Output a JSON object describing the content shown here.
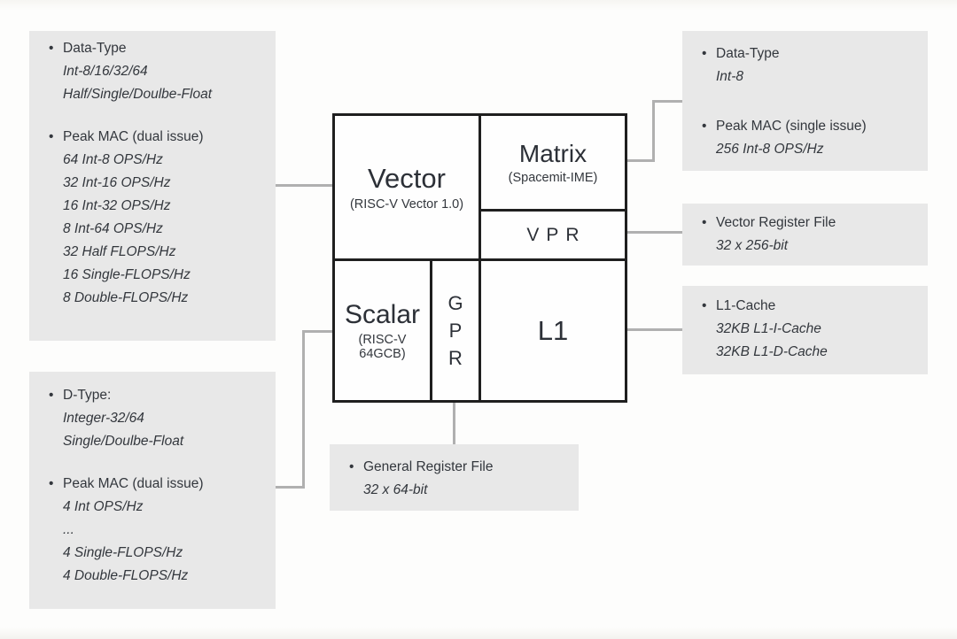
{
  "colors": {
    "note_background": "#e8e8e8",
    "diagram_border": "#1f1f1f",
    "connector_line": "#b0b0b0",
    "text": "#33373d"
  },
  "diagram": {
    "vector": {
      "title": "Vector",
      "subtitle": "(RISC-V Vector 1.0)"
    },
    "matrix": {
      "title": "Matrix",
      "subtitle": "(Spacemit-IME)"
    },
    "vpr": {
      "label": "VPR"
    },
    "scalar": {
      "title": "Scalar",
      "subtitle": "(RISC-V 64GCB)"
    },
    "gpr": {
      "letters": [
        "G",
        "P",
        "R"
      ]
    },
    "l1": {
      "label": "L1"
    }
  },
  "notes": {
    "left_top": {
      "bullet": "•",
      "groups": [
        {
          "title": "Data-Type",
          "lines": [
            "Int-8/16/32/64",
            "Half/Single/Doulbe-Float"
          ]
        },
        {
          "title": "Peak MAC (dual issue)",
          "lines": [
            "64 Int-8 OPS/Hz",
            "32 Int-16 OPS/Hz",
            "16 Int-32 OPS/Hz",
            "8 Int-64 OPS/Hz",
            "32 Half FLOPS/Hz",
            "16 Single-FLOPS/Hz",
            "8 Double-FLOPS/Hz"
          ]
        }
      ]
    },
    "left_bottom": {
      "groups": [
        {
          "title": "D-Type:",
          "lines": [
            "Integer-32/64",
            "Single/Doulbe-Float"
          ]
        },
        {
          "title": "Peak MAC (dual issue)",
          "lines": [
            "4 Int OPS/Hz",
            "...",
            "4 Single-FLOPS/Hz",
            "4 Double-FLOPS/Hz"
          ]
        }
      ]
    },
    "right_top": {
      "groups": [
        {
          "title": "Data-Type",
          "lines": [
            "Int-8"
          ]
        },
        {
          "title": "Peak MAC (single issue)",
          "lines": [
            "256 Int-8 OPS/Hz"
          ]
        }
      ]
    },
    "right_mid": {
      "groups": [
        {
          "title": "Vector Register File",
          "lines": [
            "32 x 256-bit"
          ]
        }
      ]
    },
    "right_bottom": {
      "groups": [
        {
          "title": "L1-Cache",
          "lines": [
            "32KB L1-I-Cache",
            "32KB L1-D-Cache"
          ]
        }
      ]
    },
    "bottom_center": {
      "groups": [
        {
          "title": "General Register File",
          "lines": [
            "32 x 64-bit"
          ]
        }
      ]
    }
  }
}
